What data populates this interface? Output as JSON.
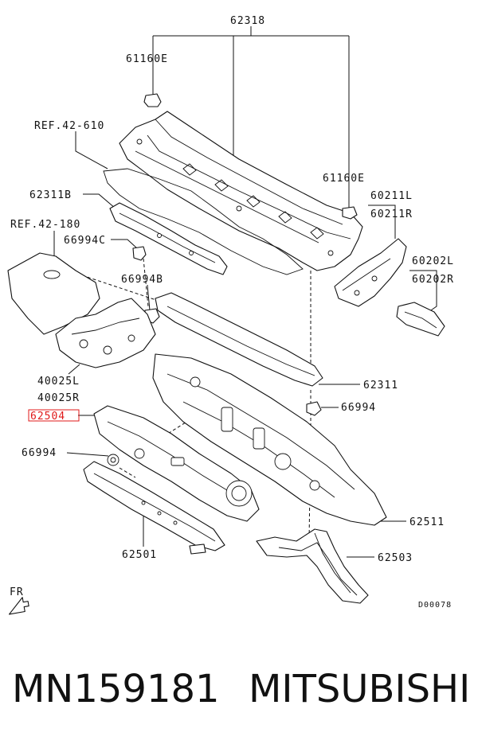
{
  "diagram": {
    "callouts": {
      "c62318": "62318",
      "c61160e_top": "61160E",
      "ref_42_610": "REF.42-610",
      "c61160e_right": "61160E",
      "c62311b": "62311B",
      "c60211l": "60211L",
      "c60211r": "60211R",
      "ref_42_180": "REF.42-180",
      "c66994c": "66994C",
      "c60202l": "60202L",
      "c60202r": "60202R",
      "c66994b": "66994B",
      "c62311": "62311",
      "c40025l": "40025L",
      "c40025r": "40025R",
      "c66994_right": "66994",
      "c62504": "62504",
      "c66994_left": "66994",
      "c62511": "62511",
      "c62501": "62501",
      "c62503": "62503",
      "fr": "FR",
      "diagram_code": "D00078"
    },
    "highlight_color": "#e01818",
    "ink_color": "#111111"
  },
  "footer": {
    "part_number": "MN159181",
    "brand": "MITSUBISHI"
  }
}
